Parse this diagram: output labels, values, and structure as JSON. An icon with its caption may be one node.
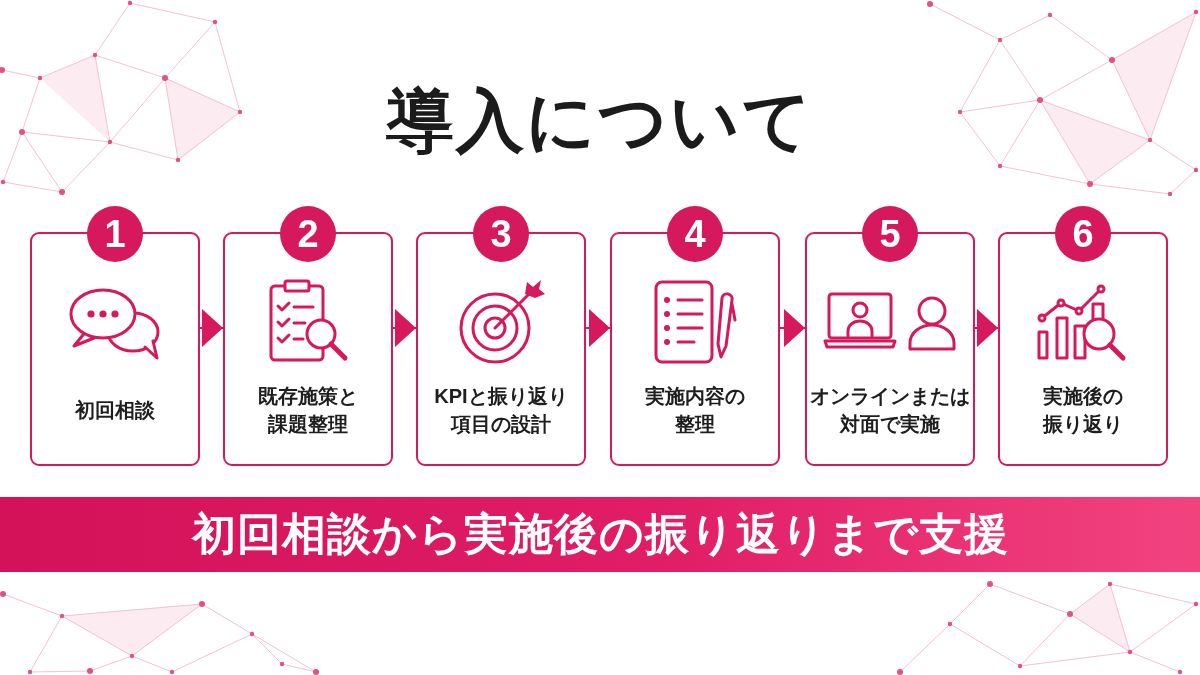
{
  "diagram": {
    "title": "導入について",
    "nodes": [
      {
        "text": [
          "1",
          "初回相談"
        ]
      },
      {
        "text": [
          "2",
          "既存施策と課題整理"
        ]
      },
      {
        "text": [
          "3",
          "KPIと振り返り項目の設計"
        ]
      },
      {
        "text": [
          "4",
          "実施内容の整理"
        ]
      },
      {
        "text": [
          "5",
          "オンラインまたは対面で実施"
        ]
      },
      {
        "text": [
          "6",
          "実施後の振り返り"
        ]
      },
      {
        "text": [
          "初回相談から実施後の振り返りまで支援"
        ]
      }
    ],
    "edges": [
      {
        "from": 0,
        "to": 1,
        "arrow": "to"
      },
      {
        "from": 1,
        "to": 2,
        "arrow": "to"
      },
      {
        "from": 2,
        "to": 3,
        "arrow": "to"
      },
      {
        "from": 3,
        "to": 4,
        "arrow": "to"
      },
      {
        "from": 4,
        "to": 5,
        "arrow": "to"
      }
    ]
  }
}
